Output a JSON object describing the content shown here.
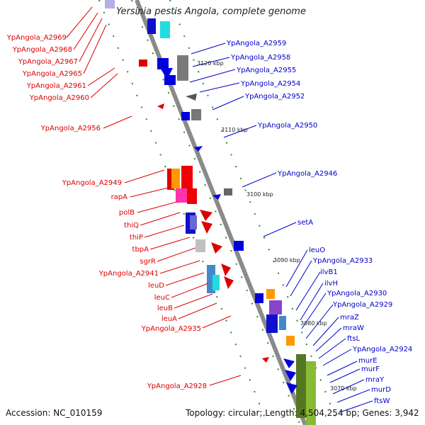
{
  "title": "Yersinia pestis Angola, complete genome",
  "footer": {
    "accession": "Accession: NC_010159",
    "stats": "Topology: circular; Length: 4,504,254 bp; Genes: 3,942"
  },
  "colors": {
    "reverse_label": "#dd0000",
    "forward_label": "#0000cc",
    "backbone": "#888888",
    "tick": "#2a8a2a"
  },
  "scale_ticks": [
    "3120 kbp",
    "3110 kbp",
    "3100 kbp",
    "3090 kbp",
    "3080 kbp",
    "3070 kbp"
  ],
  "left_labels": [
    "YpAngola_A2969",
    "YpAngola_A2968",
    "YpAngola_A2967",
    "YpAngola_A2965",
    "YpAngola_A2961",
    "YpAngola_A2960",
    "YpAngola_A2956",
    "YpAngola_A2949",
    "rapA",
    "polB",
    "thiQ",
    "thiP",
    "tbpA",
    "sgrR",
    "YpAngola_A2941",
    "leuD",
    "leuC",
    "leuB",
    "leuA",
    "YpAngola_A2935",
    "YpAngola_A2928"
  ],
  "right_labels": [
    "YpAngola_A2959",
    "YpAngola_A2958",
    "YpAngola_A2955",
    "YpAngola_A2954",
    "YpAngola_A2952",
    "YpAngola_A2950",
    "YpAngola_A2946",
    "setA",
    "leuO",
    "YpAngola_A2933",
    "ilvB1",
    "ilvH",
    "YpAngola_A2930",
    "YpAngola_A2929",
    "mraZ",
    "mraW",
    "ftsL",
    "YpAngola_A2924",
    "murE",
    "murF",
    "mraY",
    "murD",
    "ftsW"
  ]
}
